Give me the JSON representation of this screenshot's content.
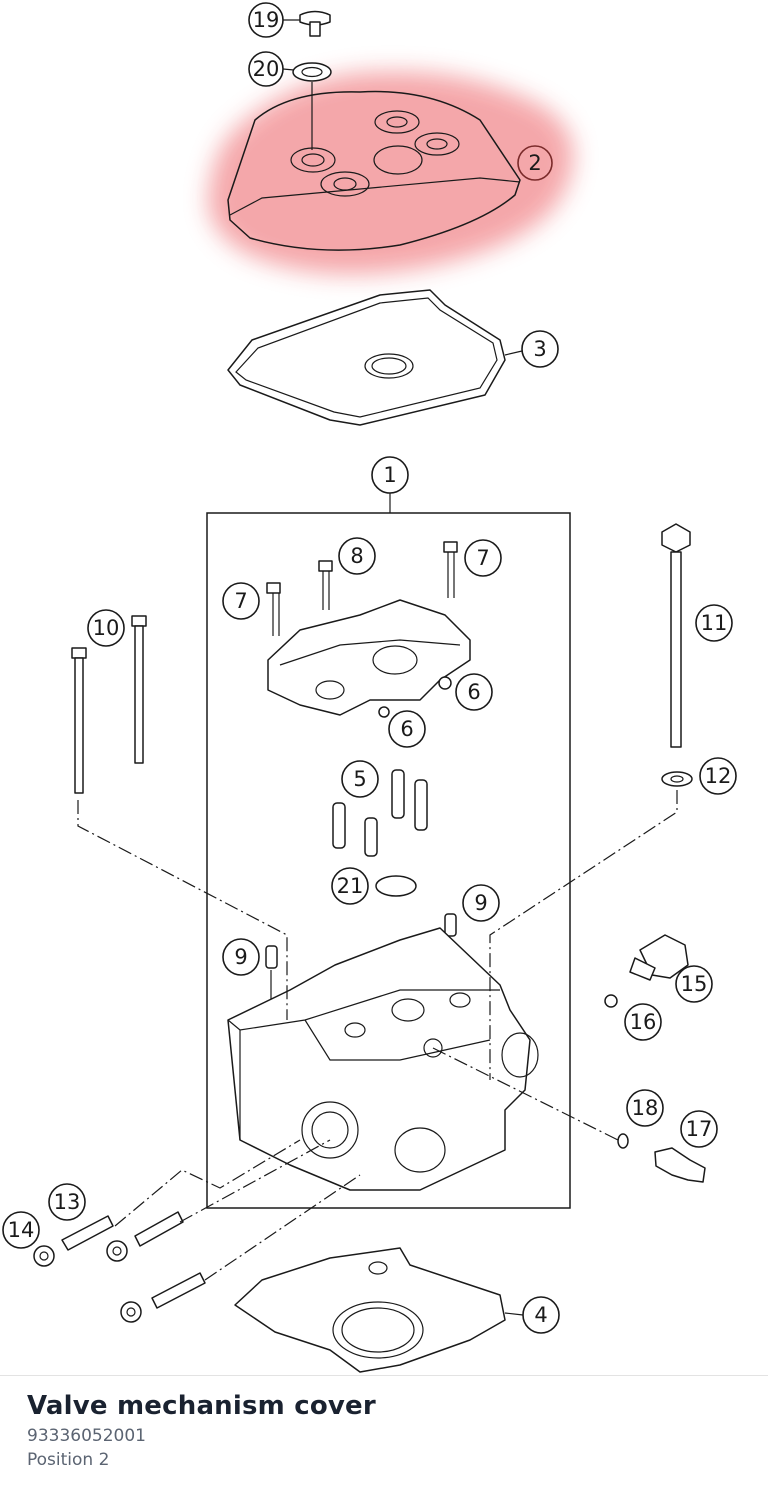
{
  "part": {
    "name": "Valve mechanism cover",
    "number": "93336052001",
    "position": "Position 2"
  },
  "diagram": {
    "highlight_color": "#f4a3a6",
    "callouts": [
      "19",
      "20",
      "2",
      "3",
      "1",
      "8",
      "7",
      "7",
      "10",
      "11",
      "6",
      "6",
      "5",
      "12",
      "21",
      "9",
      "9",
      "15",
      "16",
      "18",
      "17",
      "13",
      "14",
      "4"
    ]
  }
}
